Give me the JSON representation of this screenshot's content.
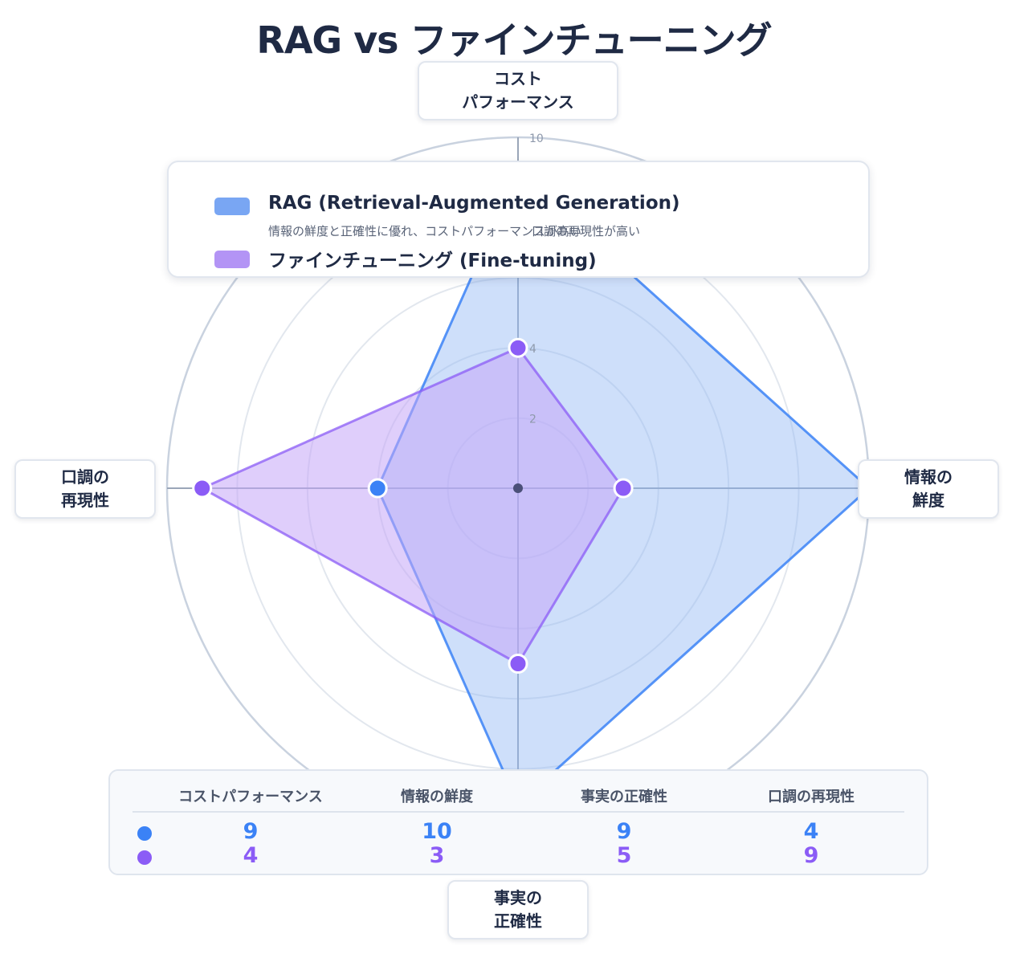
{
  "title": "RAG vs ファインチューニング",
  "colors": {
    "rag": "#3b82f6",
    "ft": "#8b5cf6",
    "rag_fill": "#93b8f5",
    "ft_fill": "#c4a6f7",
    "grid": "#cfd7e3"
  },
  "chart_data": {
    "type": "radar",
    "title": "RAG vs ファインチューニング",
    "axes": [
      "コスト\nパフォーマンス",
      "情報の\n鮮度",
      "事実の\n正確性",
      "口調の\n再現性"
    ],
    "range": [
      0,
      10
    ],
    "tick_labels": [
      "2",
      "4",
      "10"
    ],
    "series": [
      {
        "name": "RAG (Retrieval-Augmented Generation)",
        "values": [
          9,
          10,
          9,
          4
        ],
        "color": "#3b82f6"
      },
      {
        "name": "ファインチューニング (Fine-tuning)",
        "values": [
          4,
          3,
          5,
          9
        ],
        "color": "#8b5cf6"
      }
    ],
    "legend_placement": "top-center"
  },
  "legend": {
    "items": [
      {
        "name": "RAG (Retrieval-Augmented Generation)"
      },
      {
        "name": "ファインチューニング (Fine-tuning)"
      }
    ],
    "description": "情報の鮮度と正確性に優れ、コストパフォーマンスが高い",
    "description_overlap": "口調の再現性が高い"
  },
  "axis_cards": {
    "top": [
      "コスト",
      "パフォーマンス"
    ],
    "right": [
      "情報の",
      "鮮度"
    ],
    "bottom": [
      "事実の",
      "正確性"
    ],
    "left": [
      "口調の",
      "再現性"
    ]
  },
  "table": {
    "headers": [
      "コストパフォーマンス",
      "情報の鮮度",
      "事実の正確性",
      "口調の再現性"
    ],
    "rows": [
      {
        "values": [
          "9",
          "10",
          "9",
          "4"
        ]
      },
      {
        "values": [
          "4",
          "3",
          "5",
          "9"
        ]
      }
    ]
  }
}
